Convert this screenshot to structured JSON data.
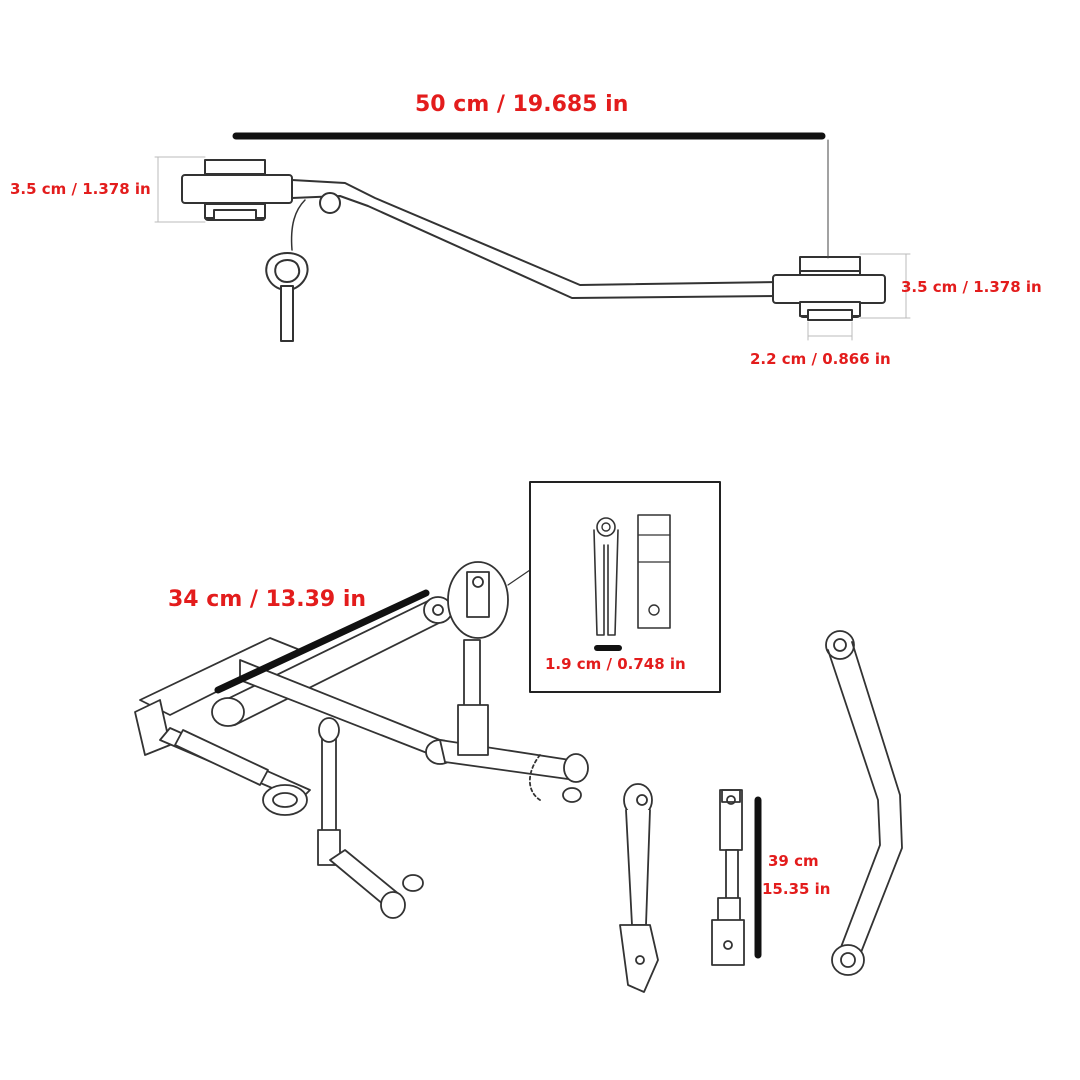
{
  "labels": {
    "top_length": "50 cm / 19.685 in",
    "left_height": "3.5 cm / 1.378 in",
    "right_height": "3.5 cm / 1.378 in",
    "bolt_width": "2.2 cm / 0.866 in",
    "arm_length": "34 cm / 13.39 in",
    "pin_width": "1.9 cm / 0.748 in",
    "rod_length_cm": "39 cm",
    "rod_length_in": "15.35 in"
  },
  "colors": {
    "dimension_text": "#e31c1c",
    "dimension_bar": "#111111",
    "drawing_line": "#333333"
  }
}
